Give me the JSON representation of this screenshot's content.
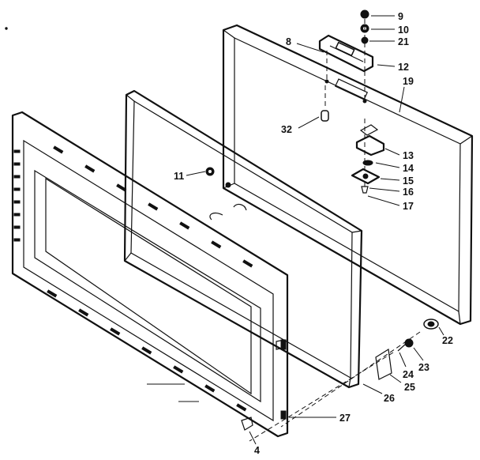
{
  "diagram": {
    "callouts": [
      {
        "id": "p9",
        "label": "9"
      },
      {
        "id": "p10",
        "label": "10"
      },
      {
        "id": "p21",
        "label": "21"
      },
      {
        "id": "p8",
        "label": "8"
      },
      {
        "id": "p12",
        "label": "12"
      },
      {
        "id": "p19",
        "label": "19"
      },
      {
        "id": "p32",
        "label": "32"
      },
      {
        "id": "p13",
        "label": "13"
      },
      {
        "id": "p14",
        "label": "14"
      },
      {
        "id": "p11",
        "label": "11"
      },
      {
        "id": "p15",
        "label": "15"
      },
      {
        "id": "p16",
        "label": "16"
      },
      {
        "id": "p17",
        "label": "17"
      },
      {
        "id": "p22",
        "label": "22"
      },
      {
        "id": "p23",
        "label": "23"
      },
      {
        "id": "p24",
        "label": "24"
      },
      {
        "id": "p25",
        "label": "25"
      },
      {
        "id": "p26",
        "label": "26"
      },
      {
        "id": "p27",
        "label": "27"
      },
      {
        "id": "p4",
        "label": "4"
      }
    ]
  }
}
